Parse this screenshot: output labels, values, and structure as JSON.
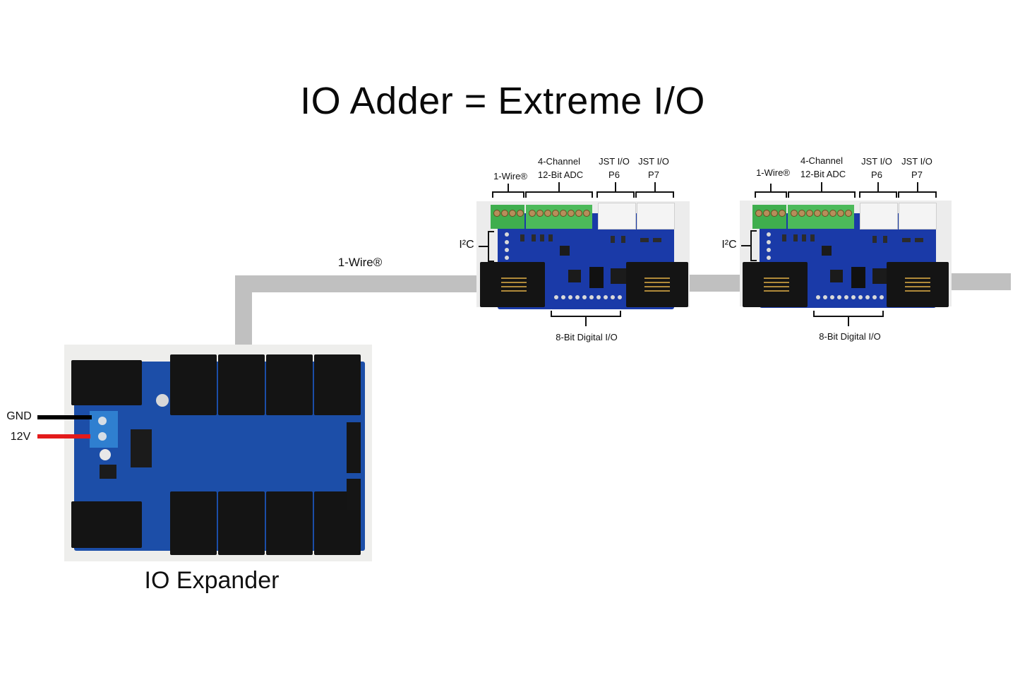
{
  "title": "IO Adder = Extreme I/O",
  "cable_label": "1-Wire®",
  "io_expander": {
    "caption": "IO Expander",
    "power": [
      {
        "label": "GND",
        "color": "#000000"
      },
      {
        "label": "12V",
        "color": "#e31b1b"
      }
    ]
  },
  "io_adders": [
    {
      "top_labels": [
        {
          "line1": "1-Wire®",
          "line2": ""
        },
        {
          "line1": "4-Channel",
          "line2": "12-Bit ADC"
        },
        {
          "line1": "JST I/O",
          "line2": "P6"
        },
        {
          "line1": "JST I/O",
          "line2": "P7"
        }
      ],
      "side_label": "I²C",
      "bottom_label": "8-Bit Digital I/O"
    },
    {
      "top_labels": [
        {
          "line1": "1-Wire®",
          "line2": ""
        },
        {
          "line1": "4-Channel",
          "line2": "12-Bit ADC"
        },
        {
          "line1": "JST I/O",
          "line2": "P6"
        },
        {
          "line1": "JST I/O",
          "line2": "P7"
        }
      ],
      "side_label": "I²C",
      "bottom_label": "8-Bit Digital I/O"
    }
  ],
  "colors": {
    "cable": "#c0c0c0",
    "pcb": "#1a3aa8",
    "terminal_green": "#3fae4e",
    "gnd_wire": "#000000",
    "v12_wire": "#e31b1b"
  }
}
